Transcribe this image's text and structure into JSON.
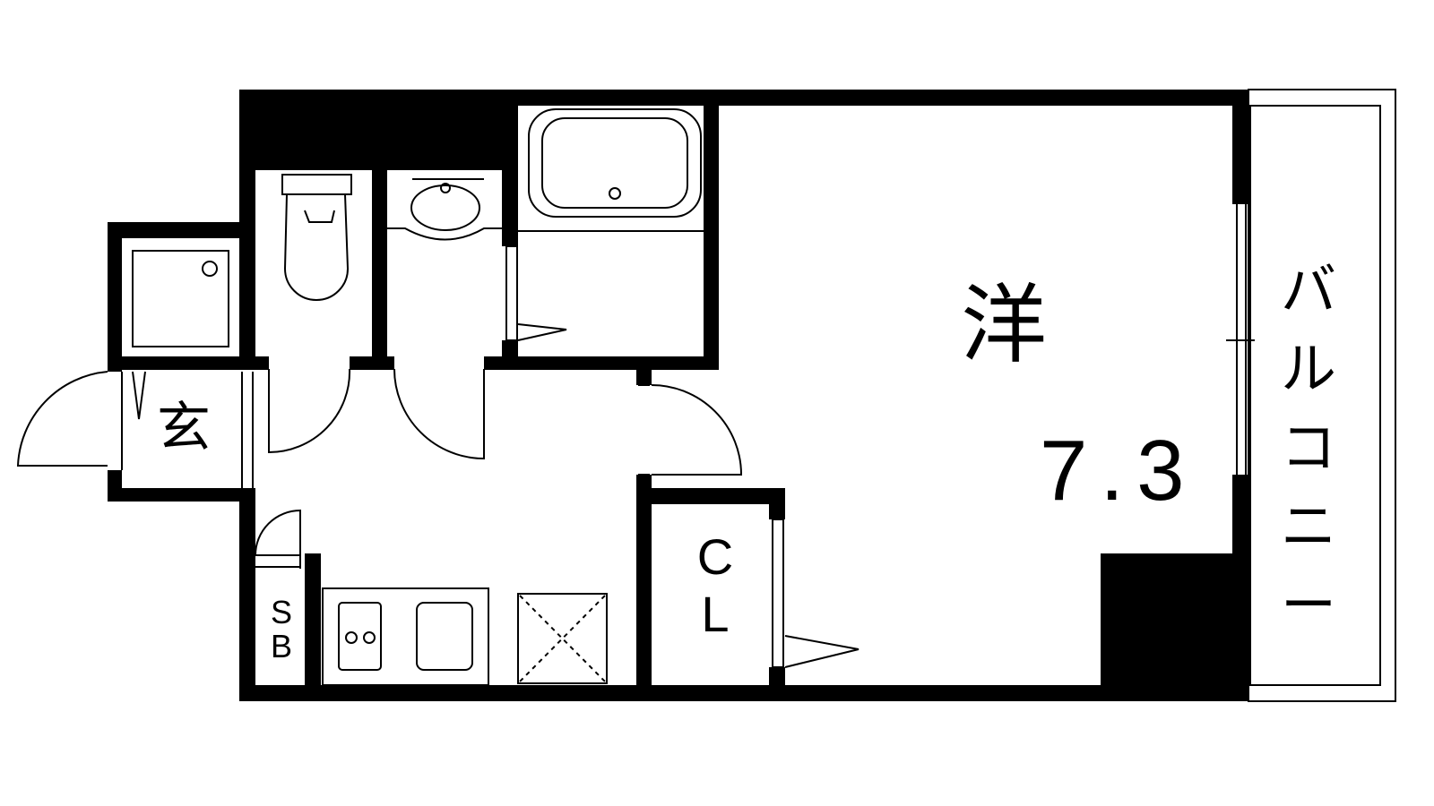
{
  "floor_plan": {
    "main_room": {
      "name": "洋",
      "size": "7.3"
    },
    "balcony": {
      "chars": [
        "バ",
        "ル",
        "コ",
        "ニ",
        "ー"
      ]
    },
    "entrance": {
      "name": "玄"
    },
    "closet": {
      "chars": [
        "C",
        "L"
      ]
    },
    "shoe_box": {
      "chars": [
        "S",
        "B"
      ]
    }
  }
}
